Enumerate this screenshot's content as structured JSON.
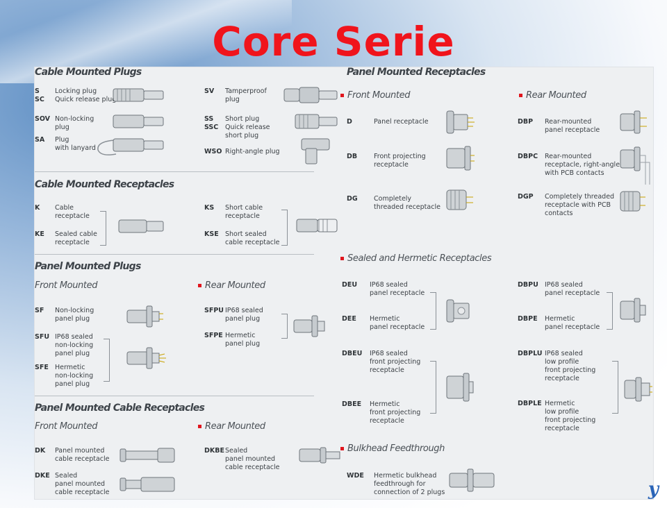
{
  "title": "Core Serie",
  "cable_mounted_plugs": {
    "title": "Cable Mounted Plugs",
    "items": [
      {
        "code": "S\nSC",
        "desc": "Locking plug\nQuick release plug"
      },
      {
        "code": "SOV",
        "desc": "Non-locking\nplug"
      },
      {
        "code": "SA",
        "desc": "Plug\nwith lanyard"
      },
      {
        "code": "SV",
        "desc": "Tamperproof\nplug"
      },
      {
        "code": "SS\nSSC",
        "desc": "Short plug\nQuick release\nshort plug"
      },
      {
        "code": "WSO",
        "desc": "Right-angle plug"
      }
    ]
  },
  "cable_mounted_receptacles": {
    "title": "Cable Mounted Receptacles",
    "items": [
      {
        "code": "K",
        "desc": "Cable\nreceptacle"
      },
      {
        "code": "KE",
        "desc": "Sealed cable\nreceptacle"
      },
      {
        "code": "KS",
        "desc": "Short cable\nreceptacle"
      },
      {
        "code": "KSE",
        "desc": "Short sealed\ncable receptacle"
      }
    ]
  },
  "panel_mounted_plugs": {
    "title": "Panel Mounted Plugs",
    "front": "Front Mounted",
    "rear": "Rear Mounted",
    "items": [
      {
        "code": "SF",
        "desc": "Non-locking\npanel plug"
      },
      {
        "code": "SFU",
        "desc": "IP68 sealed\nnon-locking\npanel plug"
      },
      {
        "code": "SFE",
        "desc": "Hermetic\nnon-locking\npanel plug"
      },
      {
        "code": "SFPU",
        "desc": "IP68 sealed\npanel plug"
      },
      {
        "code": "SFPE",
        "desc": "Hermetic\npanel plug"
      }
    ]
  },
  "panel_mounted_cable_receptacles": {
    "title": "Panel Mounted Cable Receptacles",
    "front": "Front Mounted",
    "rear": "Rear Mounted",
    "items": [
      {
        "code": "DK",
        "desc": "Panel mounted\ncable receptacle"
      },
      {
        "code": "DKE",
        "desc": "Sealed\npanel mounted\ncable receptacle"
      },
      {
        "code": "DKBE",
        "desc": "Sealed\npanel mounted\ncable receptacle"
      }
    ]
  },
  "panel_mounted_receptacles": {
    "title": "Panel Mounted Receptacles",
    "front": "Front Mounted",
    "rear": "Rear Mounted",
    "items": [
      {
        "code": "D",
        "desc": "Panel receptacle"
      },
      {
        "code": "DB",
        "desc": "Front projecting\nreceptacle"
      },
      {
        "code": "DG",
        "desc": "Completely\nthreaded receptacle"
      },
      {
        "code": "DBP",
        "desc": "Rear-mounted\npanel receptacle"
      },
      {
        "code": "DBPC",
        "desc": "Rear-mounted\nreceptacle, right-angle\nwith PCB contacts"
      },
      {
        "code": "DGP",
        "desc": "Completely threaded\nreceptacle with PCB\ncontacts"
      }
    ]
  },
  "sealed_hermetic": {
    "title": "Sealed and Hermetic Receptacles",
    "items": [
      {
        "code": "DEU",
        "desc": "IP68 sealed\npanel receptacle"
      },
      {
        "code": "DEE",
        "desc": "Hermetic\npanel receptacle"
      },
      {
        "code": "DBEU",
        "desc": "IP68 sealed\nfront projecting\nreceptacle"
      },
      {
        "code": "DBEE",
        "desc": "Hermetic\nfront projecting\nreceptacle"
      },
      {
        "code": "DBPU",
        "desc": "IP68 sealed\npanel receptacle"
      },
      {
        "code": "DBPE",
        "desc": "Hermetic\npanel receptacle"
      },
      {
        "code": "DBPLU",
        "desc": "IP68 sealed\nlow profile\nfront projecting\nreceptacle"
      },
      {
        "code": "DBPLE",
        "desc": "Hermetic\nlow profile\nfront projecting\nreceptacle"
      }
    ]
  },
  "bulkhead": {
    "title": "Bulkhead Feedthrough",
    "items": [
      {
        "code": "WDE",
        "desc": "Hermetic bulkhead\nfeedthrough for\nconnection of 2 plugs"
      }
    ]
  },
  "logo": "y"
}
